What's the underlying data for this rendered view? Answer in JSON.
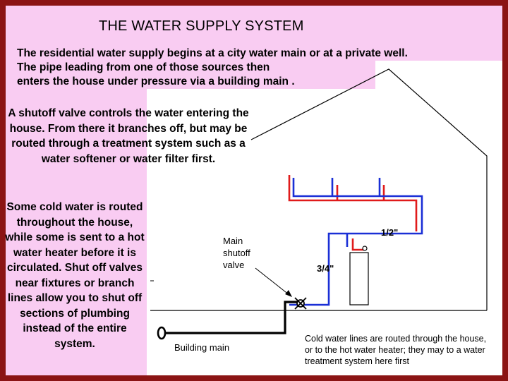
{
  "title": "THE WATER SUPPLY SYSTEM",
  "intro": [
    "The residential water supply begins at a city water main or at a private well.",
    "The pipe leading from one of those sources then",
    "enters the house under pressure via a building main ."
  ],
  "shutoff_paragraph": "A shutoff valve controls the water entering the house. From there it branches off, but may be routed through a treatment system such as a water softener or water filter first.",
  "cold_paragraph": "Some cold water is routed throughout the house, while some is sent to a hot water heater before it is circulated. Shut off valves near fixtures or branch lines allow you to shut off sections of plumbing instead of the entire system.",
  "labels": {
    "main_shutoff": "Main shutoff valve",
    "building_main": "Building main",
    "half_inch": "1/2\"",
    "three_quarter_inch": "3/4\""
  },
  "cold_note": "Cold water lines are routed through the house, or to the hot water heater; they may to a water treatment system here first",
  "colors": {
    "frame": "#8b1414",
    "panel": "#f9ccf2",
    "cold_pipe": "#1a2fd6",
    "hot_pipe": "#e01b1b",
    "building_main_pipe": "#000000"
  }
}
